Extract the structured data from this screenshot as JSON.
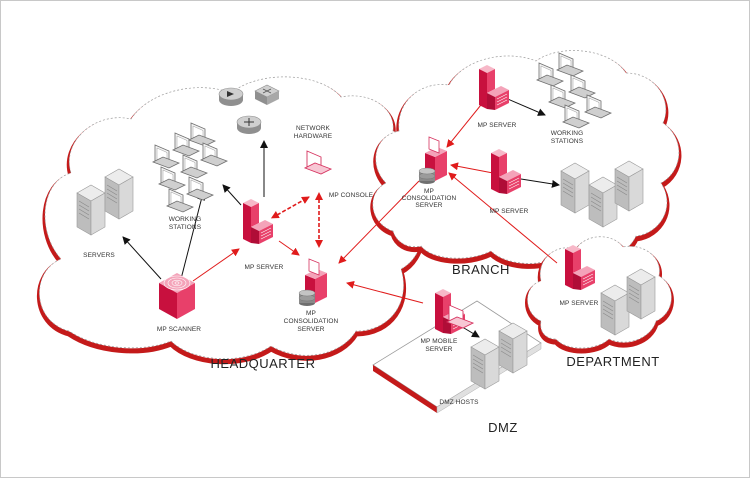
{
  "colors": {
    "accent": "#e0245e",
    "arrow_red": "#e01b1b",
    "arrow_black": "#111111",
    "cloud_shadow": "#c41a1a",
    "server_gray": "#cfcfcf"
  },
  "zones": {
    "headquarter": "HEADQUARTER",
    "branch": "BRANCH",
    "department": "DEPARTMENT",
    "dmz": "DMZ"
  },
  "labels": {
    "hq_servers": "SERVERS",
    "hq_working_line1": "WORKING",
    "hq_working_line2": "STATIONS",
    "network_line1": "NETWORK",
    "network_line2": "HARDWARE",
    "mp_console": "MP CONSOLE",
    "hq_mp_server": "MP SERVER",
    "mp_scanner": "MP SCANNER",
    "hq_consol_line1": "MP",
    "hq_consol_line2": "CONSOLIDATION",
    "hq_consol_line3": "SERVER",
    "br_mp_server_top": "MP SERVER",
    "br_working_line1": "WORKING",
    "br_working_line2": "STATIONS",
    "br_consol_line1": "MP",
    "br_consol_line2": "CONSOLIDATION",
    "br_consol_line3": "SERVER",
    "br_mp_server_mid": "MP SERVER",
    "dept_mp_server": "MP SERVER",
    "mobile_line1": "MP MOBILE",
    "mobile_line2": "SERVER",
    "dmz_hosts": "DMZ HOSTS"
  },
  "icons": [
    "server-tower-icon",
    "laptop-icon",
    "router-icon",
    "switch-icon",
    "mp-server-icon",
    "mp-scanner-icon",
    "mp-console-laptop-icon",
    "consolidation-server-icon"
  ]
}
